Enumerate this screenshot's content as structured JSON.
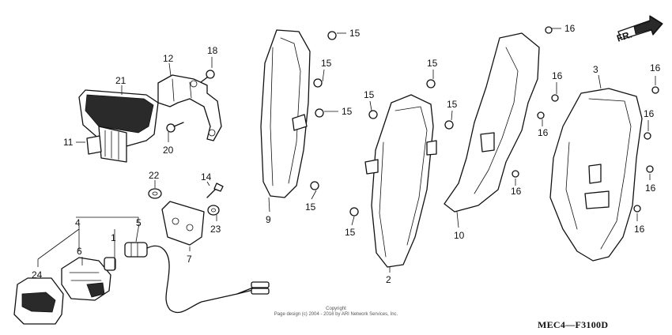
{
  "callouts": [
    {
      "id": "c1",
      "text": "1"
    },
    {
      "id": "c2",
      "text": "2"
    },
    {
      "id": "c3",
      "text": "3"
    },
    {
      "id": "c4",
      "text": "4"
    },
    {
      "id": "c5",
      "text": "5"
    },
    {
      "id": "c6",
      "text": "6"
    },
    {
      "id": "c7",
      "text": "7"
    },
    {
      "id": "c9",
      "text": "9"
    },
    {
      "id": "c10",
      "text": "10"
    },
    {
      "id": "c11",
      "text": "11"
    },
    {
      "id": "c12",
      "text": "12"
    },
    {
      "id": "c14",
      "text": "14"
    },
    {
      "id": "c15a",
      "text": "15"
    },
    {
      "id": "c15b",
      "text": "15"
    },
    {
      "id": "c15c",
      "text": "15"
    },
    {
      "id": "c15d",
      "text": "15"
    },
    {
      "id": "c15e",
      "text": "15"
    },
    {
      "id": "c15f",
      "text": "15"
    },
    {
      "id": "c15g",
      "text": "15"
    },
    {
      "id": "c16a",
      "text": "16"
    },
    {
      "id": "c16b",
      "text": "16"
    },
    {
      "id": "c16c",
      "text": "16"
    },
    {
      "id": "c16d",
      "text": "16"
    },
    {
      "id": "c16e",
      "text": "16"
    },
    {
      "id": "c16f",
      "text": "16"
    },
    {
      "id": "c16g",
      "text": "16"
    },
    {
      "id": "c16h",
      "text": "16"
    },
    {
      "id": "c18",
      "text": "18"
    },
    {
      "id": "c20",
      "text": "20"
    },
    {
      "id": "c21",
      "text": "21"
    },
    {
      "id": "c22",
      "text": "22"
    },
    {
      "id": "c23",
      "text": "23"
    },
    {
      "id": "c24",
      "text": "24"
    }
  ],
  "direction_marker": {
    "text": "FR."
  },
  "copyright": {
    "line1": "Copyright",
    "line2": "Page design (c) 2004 - 2016 by ARI Network Services, Inc."
  },
  "diagram_code": "MEC4—F3100D",
  "colors": {
    "ink": "#111111",
    "background": "#ffffff"
  }
}
